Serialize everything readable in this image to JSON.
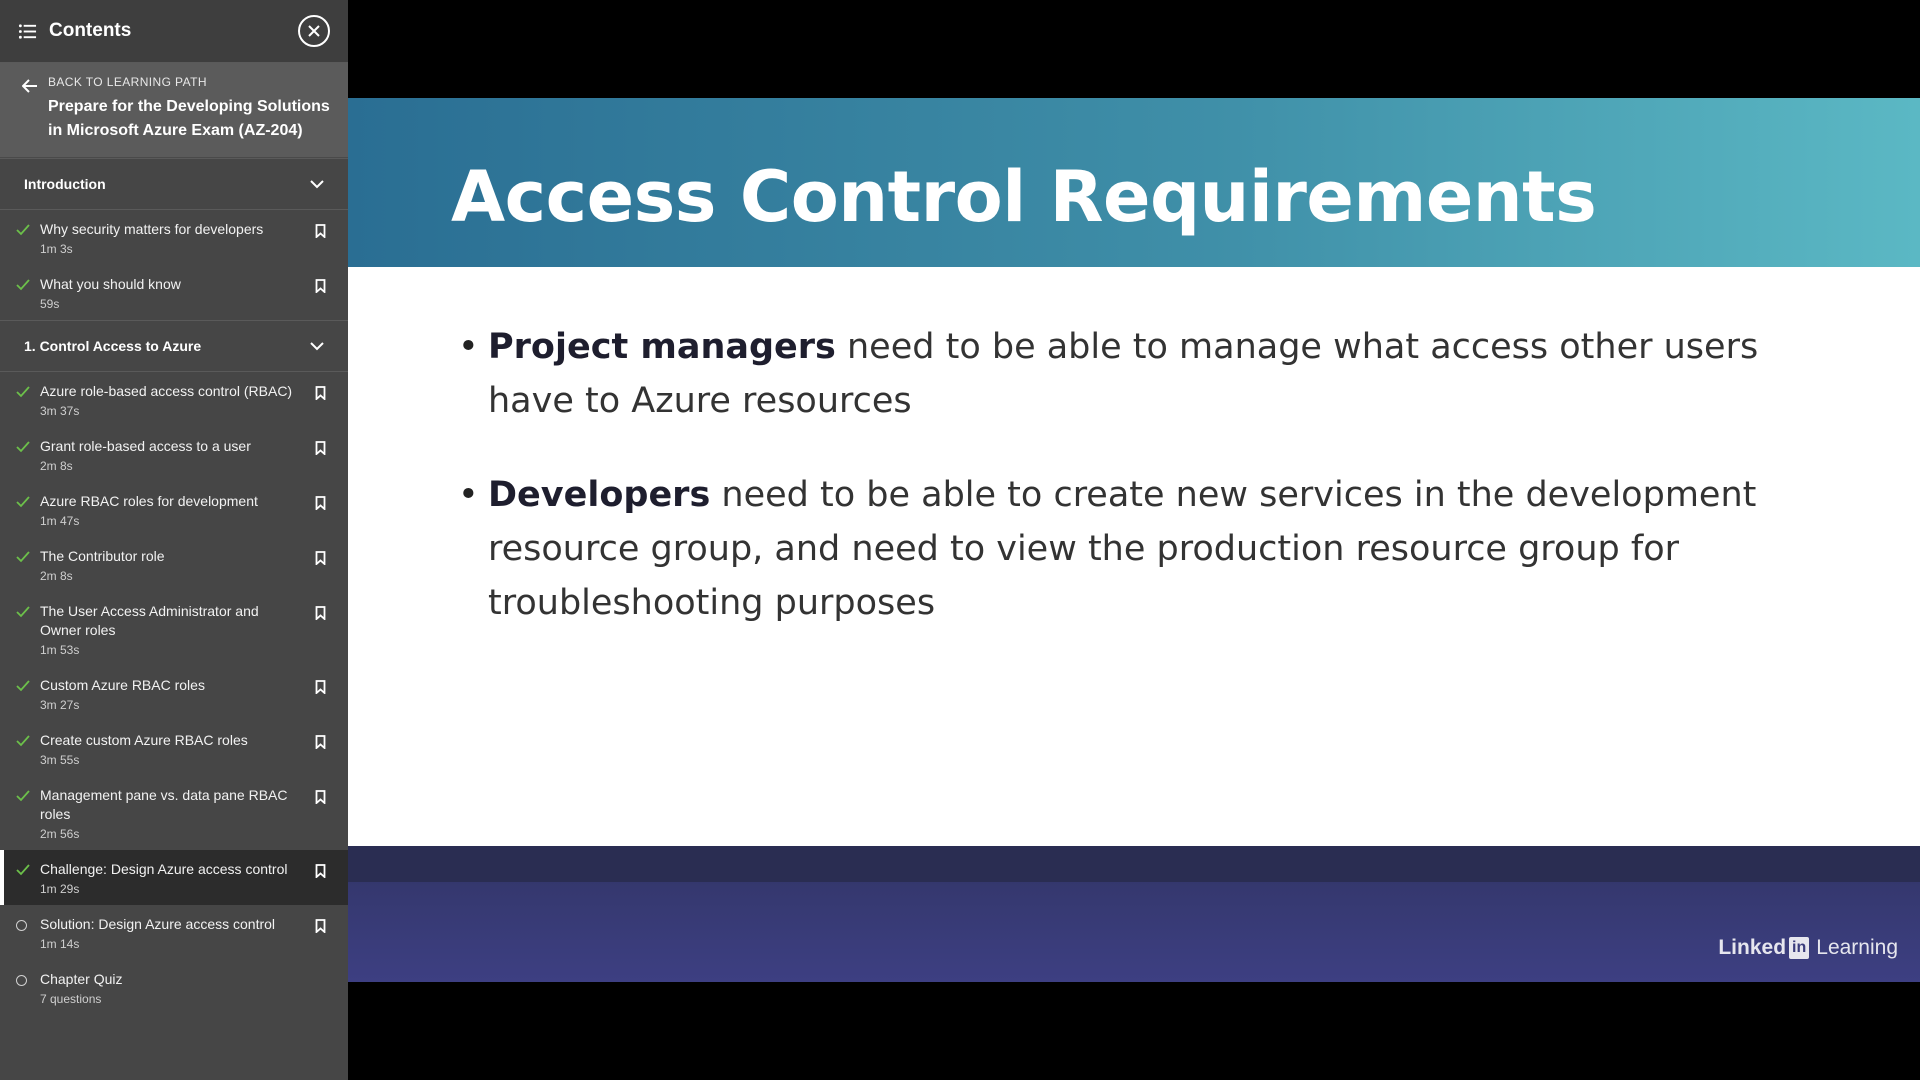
{
  "sidebar": {
    "title": "Contents",
    "back_label": "BACK TO LEARNING PATH",
    "path_title": "Prepare for the Developing Solutions in Microsoft Azure Exam (AZ-204)",
    "sections": [
      {
        "title": "Introduction",
        "items": [
          {
            "title": "Why security matters for developers",
            "duration": "1m 3s",
            "status": "done"
          },
          {
            "title": "What you should know",
            "duration": "59s",
            "status": "done"
          }
        ]
      },
      {
        "title": "1. Control Access to Azure",
        "items": [
          {
            "title": "Azure role-based access control (RBAC)",
            "duration": "3m 37s",
            "status": "done"
          },
          {
            "title": "Grant role-based access to a user",
            "duration": "2m 8s",
            "status": "done"
          },
          {
            "title": "Azure RBAC roles for development",
            "duration": "1m 47s",
            "status": "done"
          },
          {
            "title": "The Contributor role",
            "duration": "2m 8s",
            "status": "done"
          },
          {
            "title": "The User Access Administrator and Owner roles",
            "duration": "1m 53s",
            "status": "done"
          },
          {
            "title": "Custom Azure RBAC roles",
            "duration": "3m 27s",
            "status": "done"
          },
          {
            "title": "Create custom Azure RBAC roles",
            "duration": "3m 55s",
            "status": "done"
          },
          {
            "title": "Management pane vs. data pane RBAC roles",
            "duration": "2m 56s",
            "status": "done"
          },
          {
            "title": "Challenge: Design Azure access control",
            "duration": "1m 29s",
            "status": "done",
            "active": true
          },
          {
            "title": "Solution: Design Azure access control",
            "duration": "1m 14s",
            "status": "todo"
          },
          {
            "title": "Chapter Quiz",
            "duration": "7 questions",
            "status": "todo",
            "no_bookmark": true
          }
        ]
      }
    ]
  },
  "slide": {
    "title": "Access Control Requirements",
    "bullets": [
      {
        "bold": "Project managers",
        "text": " need to be able to manage what access other users have to Azure resources"
      },
      {
        "bold": "Developers",
        "text": " need to be able to create new services in the development resource group, and need to view the production resource group for troubleshooting purposes"
      }
    ],
    "logo_linked": "Linked",
    "logo_in": "in",
    "logo_learning": "Learning"
  },
  "colors": {
    "check": "#6cc04a",
    "sidebar_bg": "#464646",
    "slide_header": "#3f8fa8",
    "slide_footer": "#35386f"
  }
}
